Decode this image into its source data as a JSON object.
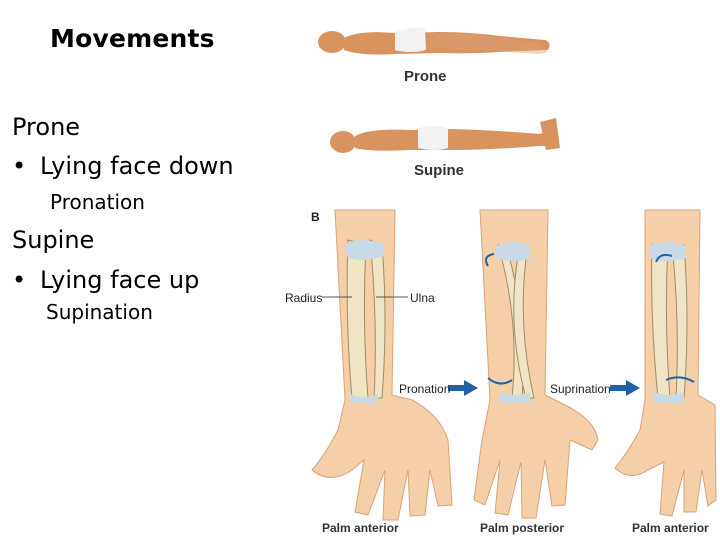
{
  "slide": {
    "title": "Movements",
    "terms": [
      {
        "heading": "Prone",
        "bullet": "Lying face down",
        "subterm": "Pronation"
      },
      {
        "heading": "Supine",
        "bullet": "Lying face up",
        "subterm": "Supination"
      }
    ],
    "bullet_glyph": "•"
  },
  "figure": {
    "prone_label": "Prone",
    "supine_label": "Supine",
    "panel_letter": "B",
    "radius_label": "Radius",
    "ulna_label": "Ulna",
    "pronation_label": "Pronation",
    "suprination_label": "Suprination",
    "palm_anterior_label_1": "Palm anterior",
    "palm_posterior_label": "Palm posterior",
    "palm_anterior_label_2": "Palm anterior",
    "colors": {
      "skin": "#f4cfa8",
      "skin_shadow": "#d9a27a",
      "body_skin": "#d9935f",
      "bone": "#efe4c4",
      "bone_outline": "#a08b62",
      "cartilage": "#c9d9e6",
      "arrow_blue": "#1f63a6",
      "brief": "#f2f2f2"
    }
  }
}
